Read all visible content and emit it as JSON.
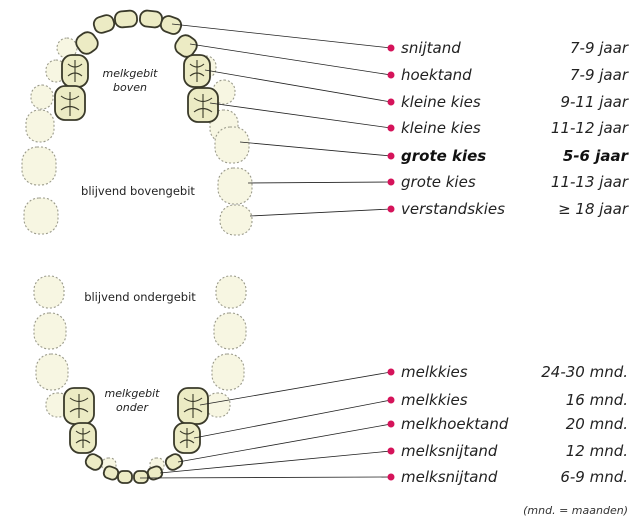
{
  "upper_jaw": {
    "milk_label_line1": "melkgebit",
    "milk_label_line2": "boven",
    "permanent_label": "blijvend bovengebit"
  },
  "lower_jaw": {
    "milk_label_line1": "melkgebit",
    "milk_label_line2": "onder",
    "permanent_label": "blijvend ondergebit"
  },
  "upper_legend": [
    {
      "label": "snijtand",
      "age": "7-9 jaar"
    },
    {
      "label": "hoektand",
      "age": "7-9 jaar"
    },
    {
      "label": "kleine kies",
      "age": "9-11 jaar"
    },
    {
      "label": "kleine kies",
      "age": "11-12 jaar"
    },
    {
      "label": "grote kies",
      "age": "5-6 jaar",
      "bold": true
    },
    {
      "label": "grote kies",
      "age": "11-13 jaar"
    },
    {
      "label": "verstandskies",
      "age": "≥ 18 jaar"
    }
  ],
  "lower_legend": [
    {
      "label": "melkkies",
      "age": "24-30 mnd."
    },
    {
      "label": "melkkies",
      "age": "16 mnd."
    },
    {
      "label": "melkhoektand",
      "age": "20 mnd."
    },
    {
      "label": "melksnijtand",
      "age": "12 mnd."
    },
    {
      "label": "melksnijtand",
      "age": "6-9 mnd."
    }
  ],
  "footnote": "(mnd. = maanden)",
  "colors": {
    "pointer_dot": "#d5135a",
    "milk_tooth_fill": "#ecebc4",
    "permanent_tooth_fill": "#f7f6e2"
  }
}
